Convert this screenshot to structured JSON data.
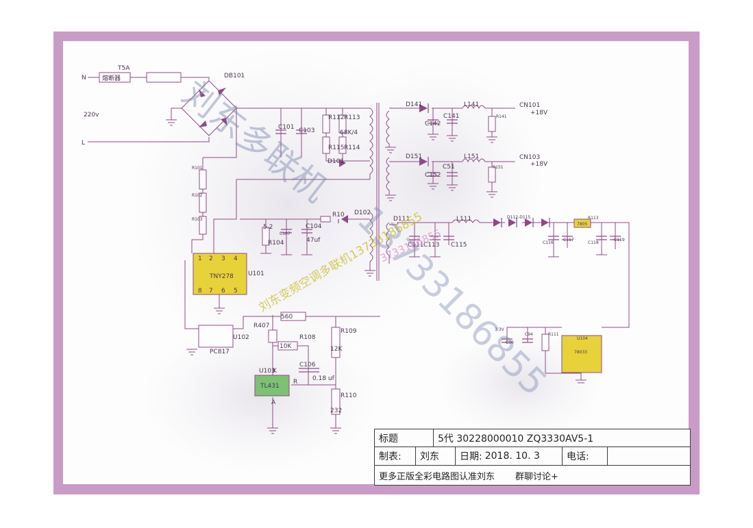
{
  "components": {
    "fuse_rating": "T5A",
    "fuse": "熔断器",
    "neutral": "N",
    "line": "L",
    "mains": "220v",
    "bridge": "DB101",
    "c101": "C101",
    "c103": "C103",
    "r112": "R112",
    "r113": "R113",
    "r112_value": "68K/4",
    "r115": "R115",
    "r114": "R114",
    "d101": "D101",
    "r101": "R101",
    "r102": "R102",
    "r103": "R103",
    "ic": "TNY278",
    "ic_ref": "U101",
    "pins_top": [
      "1",
      "2",
      "3",
      "4"
    ],
    "pins_bottom": [
      "8",
      "7",
      "6",
      "5"
    ],
    "r104_value": "5.2",
    "r104": "R104",
    "c107": "C107",
    "c104": "C104",
    "c104_value": "47uf",
    "r10": "R10",
    "d102": "D102",
    "d141": "D141",
    "c142": "C142",
    "c141": "C141",
    "l141": "L141",
    "r141": "R141",
    "cn101": "CN101",
    "out1": "+18V",
    "d151": "D151",
    "c51": "C51",
    "c152": "C152",
    "l151": "L151",
    "r151": "R151",
    "cn103": "CN103",
    "out2": "+18V",
    "d111": "D111",
    "l111": "L111",
    "d112_d115": "D112-D115",
    "reg1": "7805",
    "r113b": "R113",
    "c111": "C111",
    "c113": "C113",
    "c115": "C115",
    "c116": "C116",
    "c117": "C117",
    "c118": "C118",
    "c119": "C119",
    "v33": "3.3V",
    "c90": "C90",
    "c94": "C94",
    "r111": "R111",
    "u104": "U104",
    "reg2": "78033",
    "r560": "560",
    "r407": "R407",
    "r108": "R108",
    "r108_value": "10K",
    "r109": "R109",
    "r109_value": "12K",
    "pc817": "PC817",
    "u102": "U102",
    "c106": "C106",
    "c106_value": "0.18 uf",
    "u103": "U103",
    "k": "K",
    "r": "R",
    "tl431": "TL431",
    "a": "A",
    "r110": "R110",
    "r110_value": "232"
  },
  "watermarks": {
    "main": "刘东多联机",
    "side": "刘东变频空调多联机13733186855",
    "phone": "13733186855",
    "phone_overlay": "3733186855"
  },
  "title_block": {
    "title_label": "标题",
    "title_value": "5代  30228000010  ZQ3330AV5-1",
    "maker_label": "制表:",
    "maker_value": "刘东",
    "date_label": "日期:",
    "date_value": "2018. 10. 3",
    "phone_label": "电话:",
    "phone_value": "",
    "footer_left": "更多正版全彩电路图认准刘东",
    "footer_right": "群聊讨论+"
  }
}
